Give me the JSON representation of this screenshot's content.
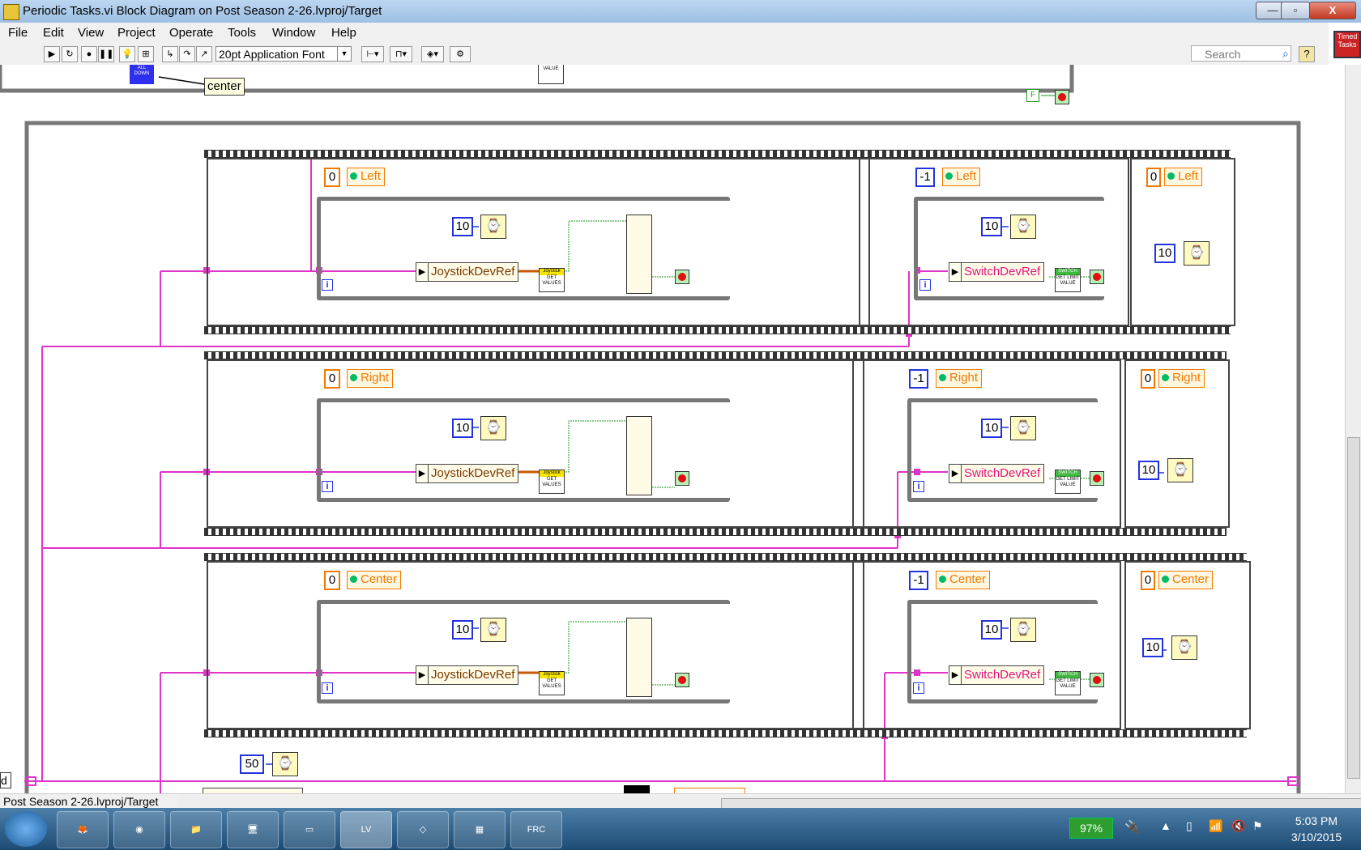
{
  "window": {
    "title": "Periodic Tasks.vi Block Diagram on Post Season 2-26.lvproj/Target",
    "min": "—",
    "max": "▫",
    "close": "X"
  },
  "menu": [
    "File",
    "Edit",
    "View",
    "Project",
    "Operate",
    "Tools",
    "Window",
    "Help"
  ],
  "toolbar": {
    "font": "20pt Application Font",
    "search_placeholder": "Search",
    "help": "?",
    "timed_tasks": "Timed Tasks"
  },
  "top_area": {
    "center_label": "center",
    "get_limit_value": "GET LIMIT VALUE",
    "false_const": "F",
    "joystick_icon": "TEST FOR ALL DOWN"
  },
  "rows": [
    {
      "frame1": {
        "const": "0",
        "ring": "Left",
        "wait_ms": "10",
        "devref": "JoystickDevRef",
        "vi": "GET VALUES",
        "vi_top": "Joystick"
      },
      "frame2": {
        "const": "-1",
        "ring": "Left",
        "wait_ms": "10",
        "devref": "SwitchDevRef",
        "vi": "GET LIMIT VALUE",
        "vi_top": "SWITCH"
      },
      "frame3": {
        "const": "0",
        "ring": "Left",
        "wait_ms": "10"
      }
    },
    {
      "frame1": {
        "const": "0",
        "ring": "Right",
        "wait_ms": "10",
        "devref": "JoystickDevRef",
        "vi": "GET VALUES",
        "vi_top": "Joystick"
      },
      "frame2": {
        "const": "-1",
        "ring": "Right",
        "wait_ms": "10",
        "devref": "SwitchDevRef",
        "vi": "GET LIMIT VALUE",
        "vi_top": "SWITCH"
      },
      "frame3": {
        "const": "0",
        "ring": "Right",
        "wait_ms": "10"
      }
    },
    {
      "frame1": {
        "const": "0",
        "ring": "Center",
        "wait_ms": "10",
        "devref": "JoystickDevRef",
        "vi": "GET VALUES",
        "vi_top": "Joystick"
      },
      "frame2": {
        "const": "-1",
        "ring": "Center",
        "wait_ms": "10",
        "devref": "SwitchDevRef",
        "vi": "GET LIMIT VALUE",
        "vi_top": "SWITCH"
      },
      "frame3": {
        "const": "0",
        "ring": "Center",
        "wait_ms": "10"
      }
    }
  ],
  "iteration_glyph": "i",
  "outer_wait_ms": "50",
  "edge_label": "d",
  "statusbar": {
    "project": "Post Season 2-26.lvproj/Target"
  },
  "taskbar": {
    "battery": "97%",
    "time": "5:03 PM",
    "date": "3/10/2015",
    "apps": [
      "start-orb",
      "firefox",
      "chrome",
      "explorer",
      "remote-desktop",
      "cmd",
      "labview",
      "sticky-notes",
      "vi-window",
      "frc-dashboard"
    ]
  },
  "colors": {
    "wire_pink": "#e033c8",
    "wire_orange": "#c85a00",
    "wire_green": "#1d9a1d",
    "const_blue": "#2233dd",
    "ring_orange": "#f07a00"
  }
}
